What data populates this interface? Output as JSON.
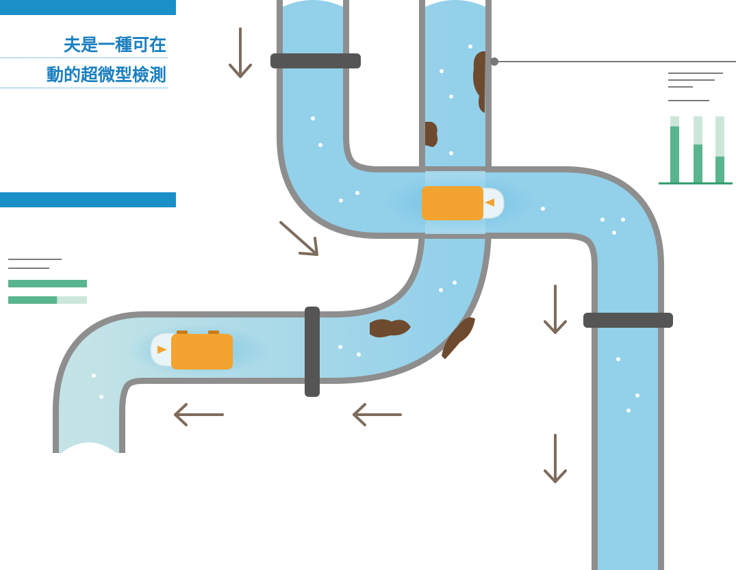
{
  "caption": {
    "line1": "夫是一種可在",
    "line2": "動的超微型檢測"
  },
  "colors": {
    "banner": "#1a8fc8",
    "caption_text": "#1a7fc0",
    "pipe_wall": "#8e8e8e",
    "water": "#93d0ea",
    "water_pale": "#c3e3e6",
    "clamp": "#555555",
    "robot": "#f2a330",
    "sludge": "#6e4a2e",
    "arrow": "#7d6b5c",
    "gauge_green": "#58b58e"
  },
  "icons": {
    "flow_arrows": [
      "arrow-down-icon",
      "arrow-down-right-icon",
      "arrow-down-icon",
      "arrow-down-icon",
      "arrow-left-icon",
      "arrow-left-icon"
    ],
    "sensor_readout": "bar-chart-icon",
    "signal_readout": "progress-bars-icon"
  },
  "readouts": {
    "upper_right_bars": [
      0.85,
      0.58,
      0.4
    ],
    "left_progress_bars": [
      1.0,
      0.62
    ]
  }
}
